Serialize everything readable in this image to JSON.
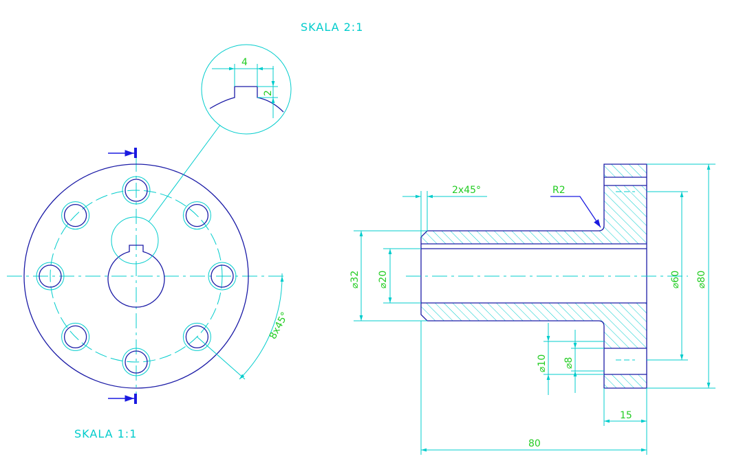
{
  "scale_labels": {
    "detail": "SKALA 2:1",
    "main": "SKALA 1:1"
  },
  "dimensions": {
    "keyway_width": "4",
    "keyway_depth": "2",
    "chamfer": "2x45°",
    "fillet": "R2",
    "hole_pattern": "8x45°",
    "dia_32": "⌀32",
    "dia_20": "⌀20",
    "dia_60": "⌀60",
    "dia_80": "⌀80",
    "dia_10": "⌀10",
    "dia_8": "⌀8",
    "flange_thickness": "15",
    "overall_length": "80"
  },
  "colors": {
    "outline": "#1a1aa6",
    "dimension": "#00cccc",
    "dim_text": "#22cc22",
    "section_arrow": "#1a1ae0"
  }
}
